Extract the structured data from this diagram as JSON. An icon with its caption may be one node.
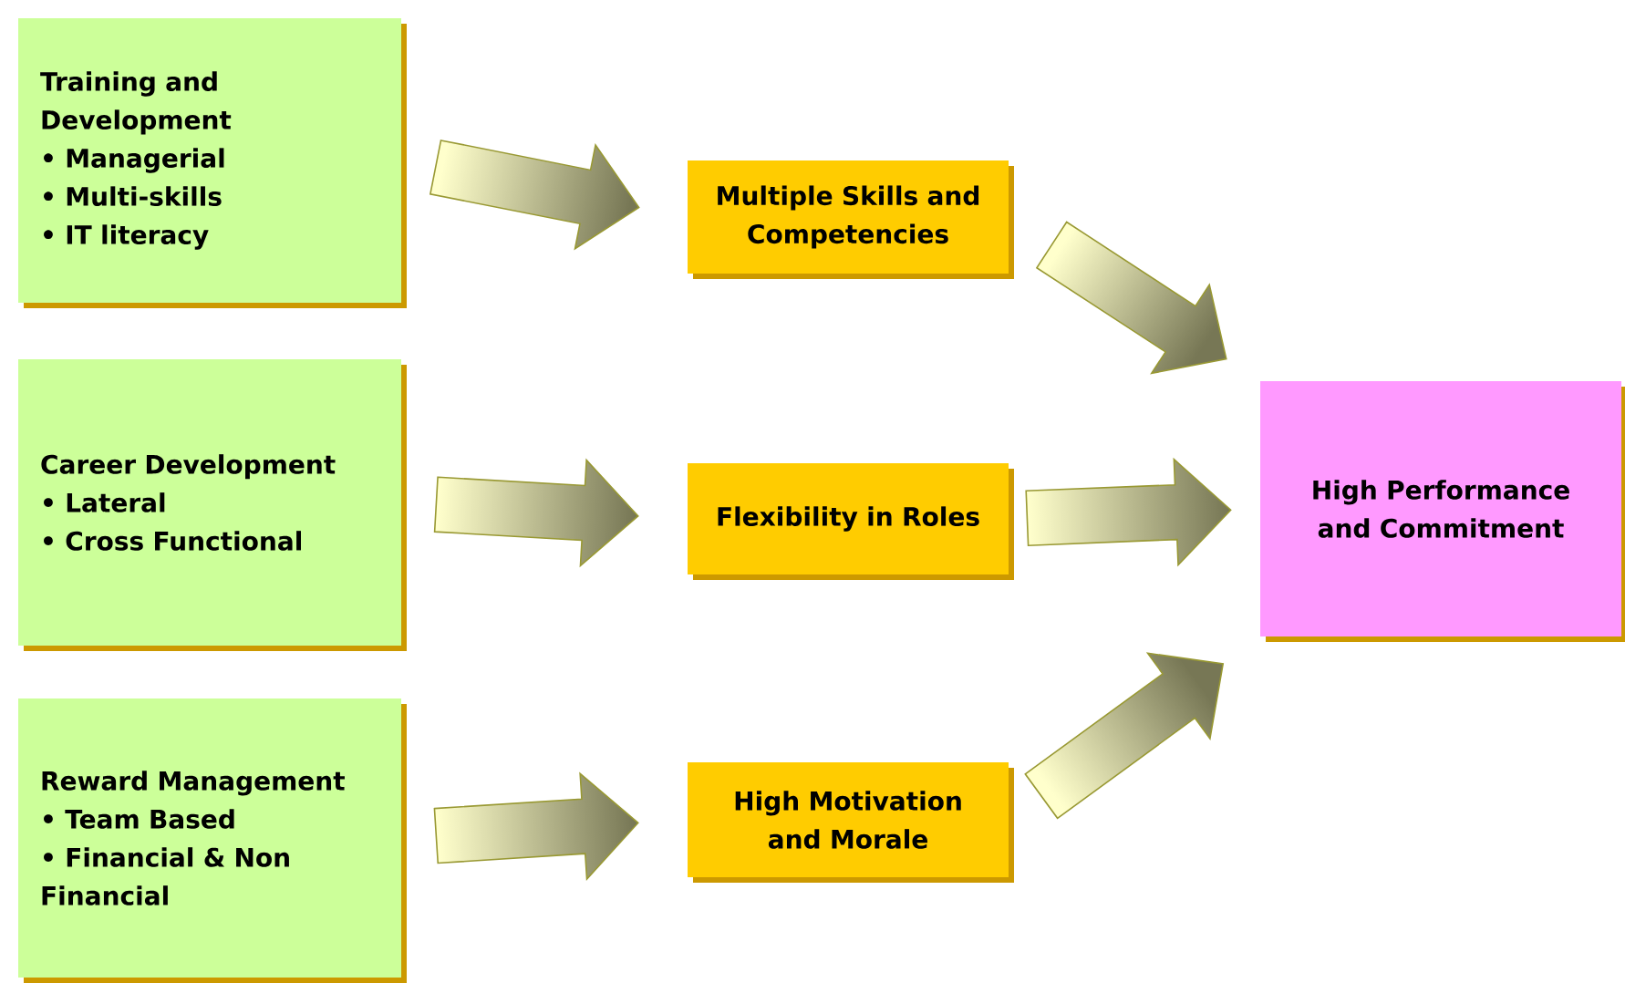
{
  "diagram": {
    "nodes": [
      {
        "text": [
          "Training and Development",
          "• Managerial",
          "• Multi-skills",
          "• IT literacy"
        ]
      },
      {
        "text": [
          "Multiple Skills and Competencies"
        ]
      },
      {
        "text": [
          "Career Development",
          "• Lateral",
          "• Cross Functional"
        ]
      },
      {
        "text": [
          "Flexibility in Roles"
        ]
      },
      {
        "text": [
          "High Performance and Commitment"
        ]
      },
      {
        "text": [
          "Reward Management",
          "• Team Based",
          "• Financial & Non Financial"
        ]
      },
      {
        "text": [
          "High Motivation and Morale"
        ]
      }
    ],
    "edges": [
      {
        "from": 0,
        "to": 1,
        "arrow": "to"
      },
      {
        "from": 1,
        "to": 4,
        "arrow": "to"
      },
      {
        "from": 2,
        "to": 3,
        "arrow": "to"
      },
      {
        "from": 3,
        "to": 4,
        "arrow": "to"
      },
      {
        "from": 5,
        "to": 6,
        "arrow": "to"
      },
      {
        "from": 6,
        "to": 4,
        "arrow": "to"
      }
    ]
  }
}
